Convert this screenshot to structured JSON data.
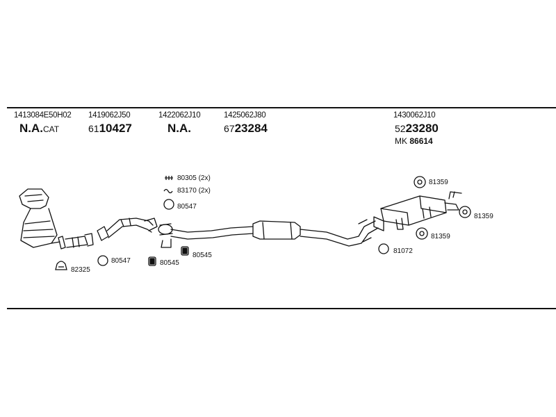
{
  "groups": [
    {
      "part": "1413084E50H02",
      "main": "N.A.",
      "suffix": "CAT"
    },
    {
      "part": "1419062J50",
      "prefix": "61",
      "number": "10427"
    },
    {
      "part": "1422062J10",
      "main": "N.A."
    },
    {
      "part": "1425062J80",
      "prefix": "67",
      "number": "23284"
    },
    {
      "part": "1430062J10",
      "prefix": "52",
      "number": "23280",
      "extra_prefix": "MK",
      "extra_number": "86614"
    }
  ],
  "labels": {
    "bolt_80305": "80305 (2x)",
    "spring_83170": "83170 (2x)",
    "ring_80547_top": "80547",
    "clamp_82325": "82325",
    "ring_80547_low": "80547",
    "mount_80545_a": "80545",
    "mount_80545_b": "80545",
    "hanger_81359_a": "81359",
    "hanger_81359_b": "81359",
    "hanger_81359_c": "81359",
    "ring_81072": "81072"
  }
}
